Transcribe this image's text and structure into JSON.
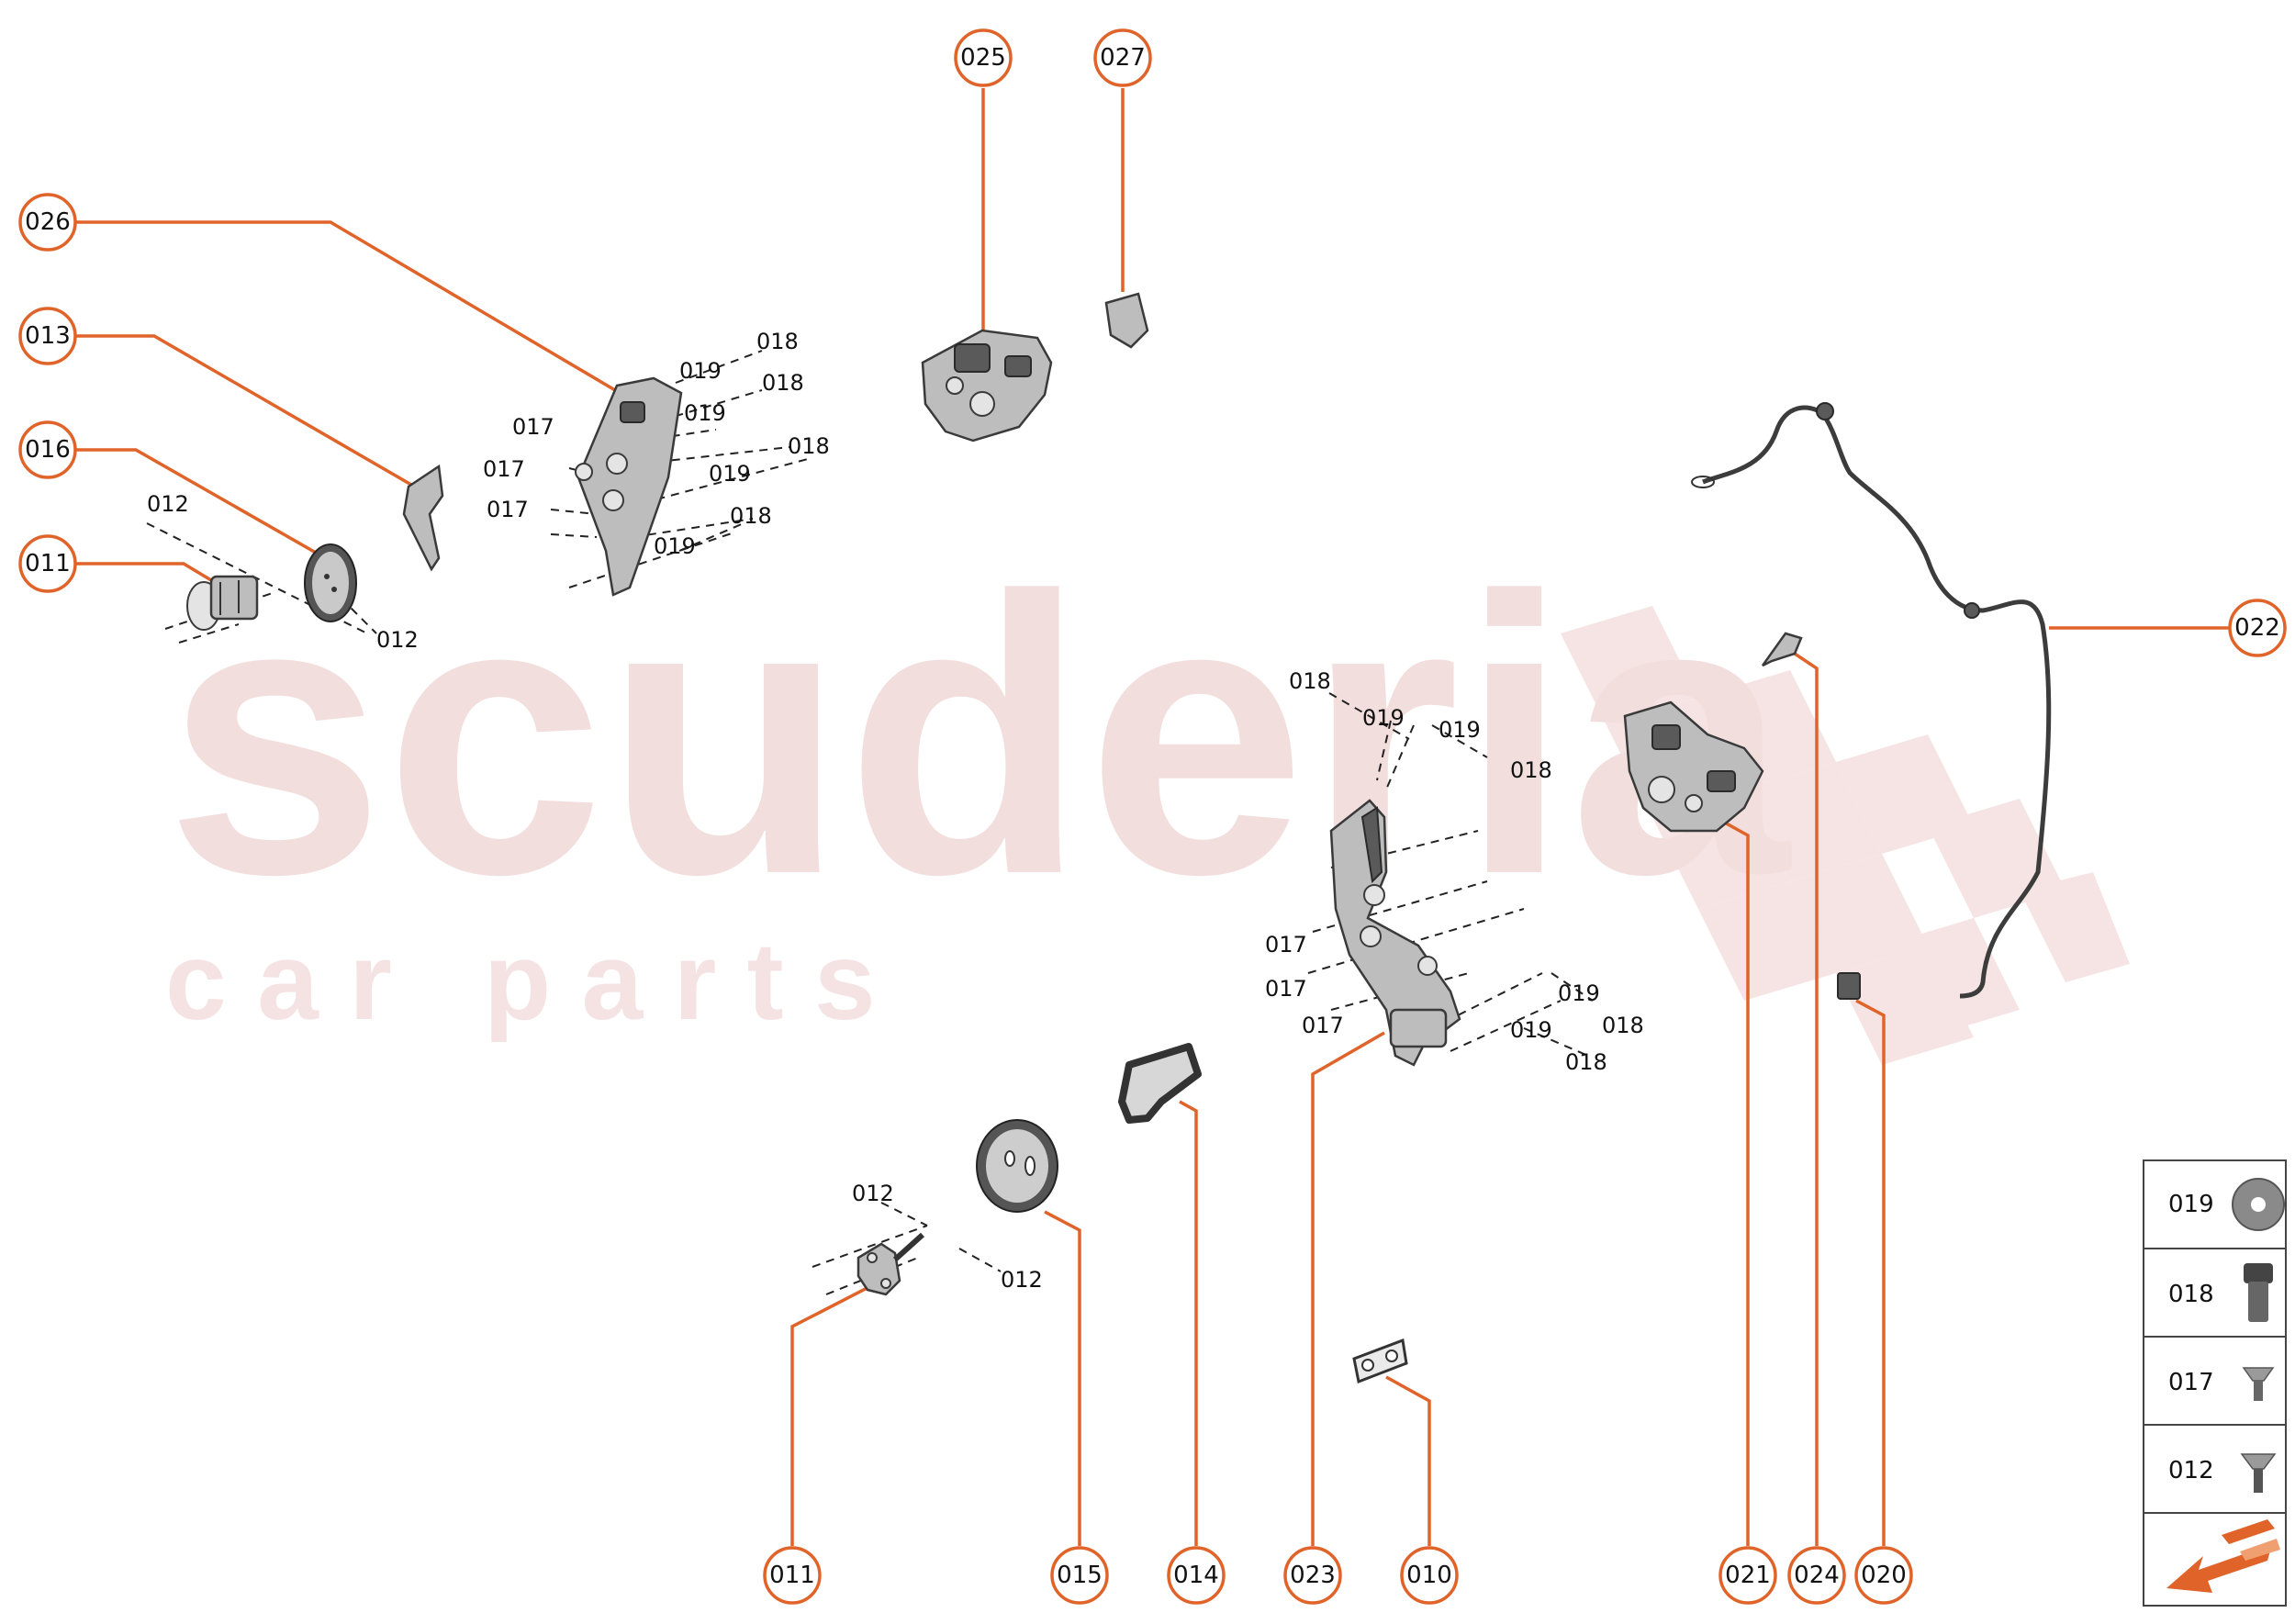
{
  "watermark": {
    "line1": "scuderia",
    "line2": "c a r   p a r t s"
  },
  "callouts": [
    {
      "id": "026",
      "label": "026"
    },
    {
      "id": "013",
      "label": "013"
    },
    {
      "id": "016",
      "label": "016"
    },
    {
      "id": "011-left",
      "label": "011"
    },
    {
      "id": "025",
      "label": "025"
    },
    {
      "id": "027",
      "label": "027"
    },
    {
      "id": "022",
      "label": "022"
    },
    {
      "id": "011-bottom",
      "label": "011"
    },
    {
      "id": "015",
      "label": "015"
    },
    {
      "id": "014",
      "label": "014"
    },
    {
      "id": "023",
      "label": "023"
    },
    {
      "id": "010",
      "label": "010"
    },
    {
      "id": "021",
      "label": "021"
    },
    {
      "id": "024",
      "label": "024"
    },
    {
      "id": "020",
      "label": "020"
    }
  ],
  "fastener_labels": [
    "018",
    "019",
    "018",
    "019",
    "018",
    "019",
    "018",
    "019",
    "017",
    "017",
    "017",
    "012",
    "012",
    "018",
    "019",
    "019",
    "018",
    "017",
    "017",
    "017",
    "019",
    "018",
    "019",
    "018",
    "012",
    "012"
  ],
  "legend": {
    "rows": [
      {
        "label": "019",
        "icon": "washer-icon"
      },
      {
        "label": "018",
        "icon": "bolt-icon"
      },
      {
        "label": "017",
        "icon": "countersunk-screw-icon"
      },
      {
        "label": "012",
        "icon": "flat-head-screw-icon"
      }
    ],
    "direction_icon": "front-direction-arrow-icon"
  },
  "colors": {
    "accent": "#e0632a",
    "watermark": "#f3dede"
  }
}
